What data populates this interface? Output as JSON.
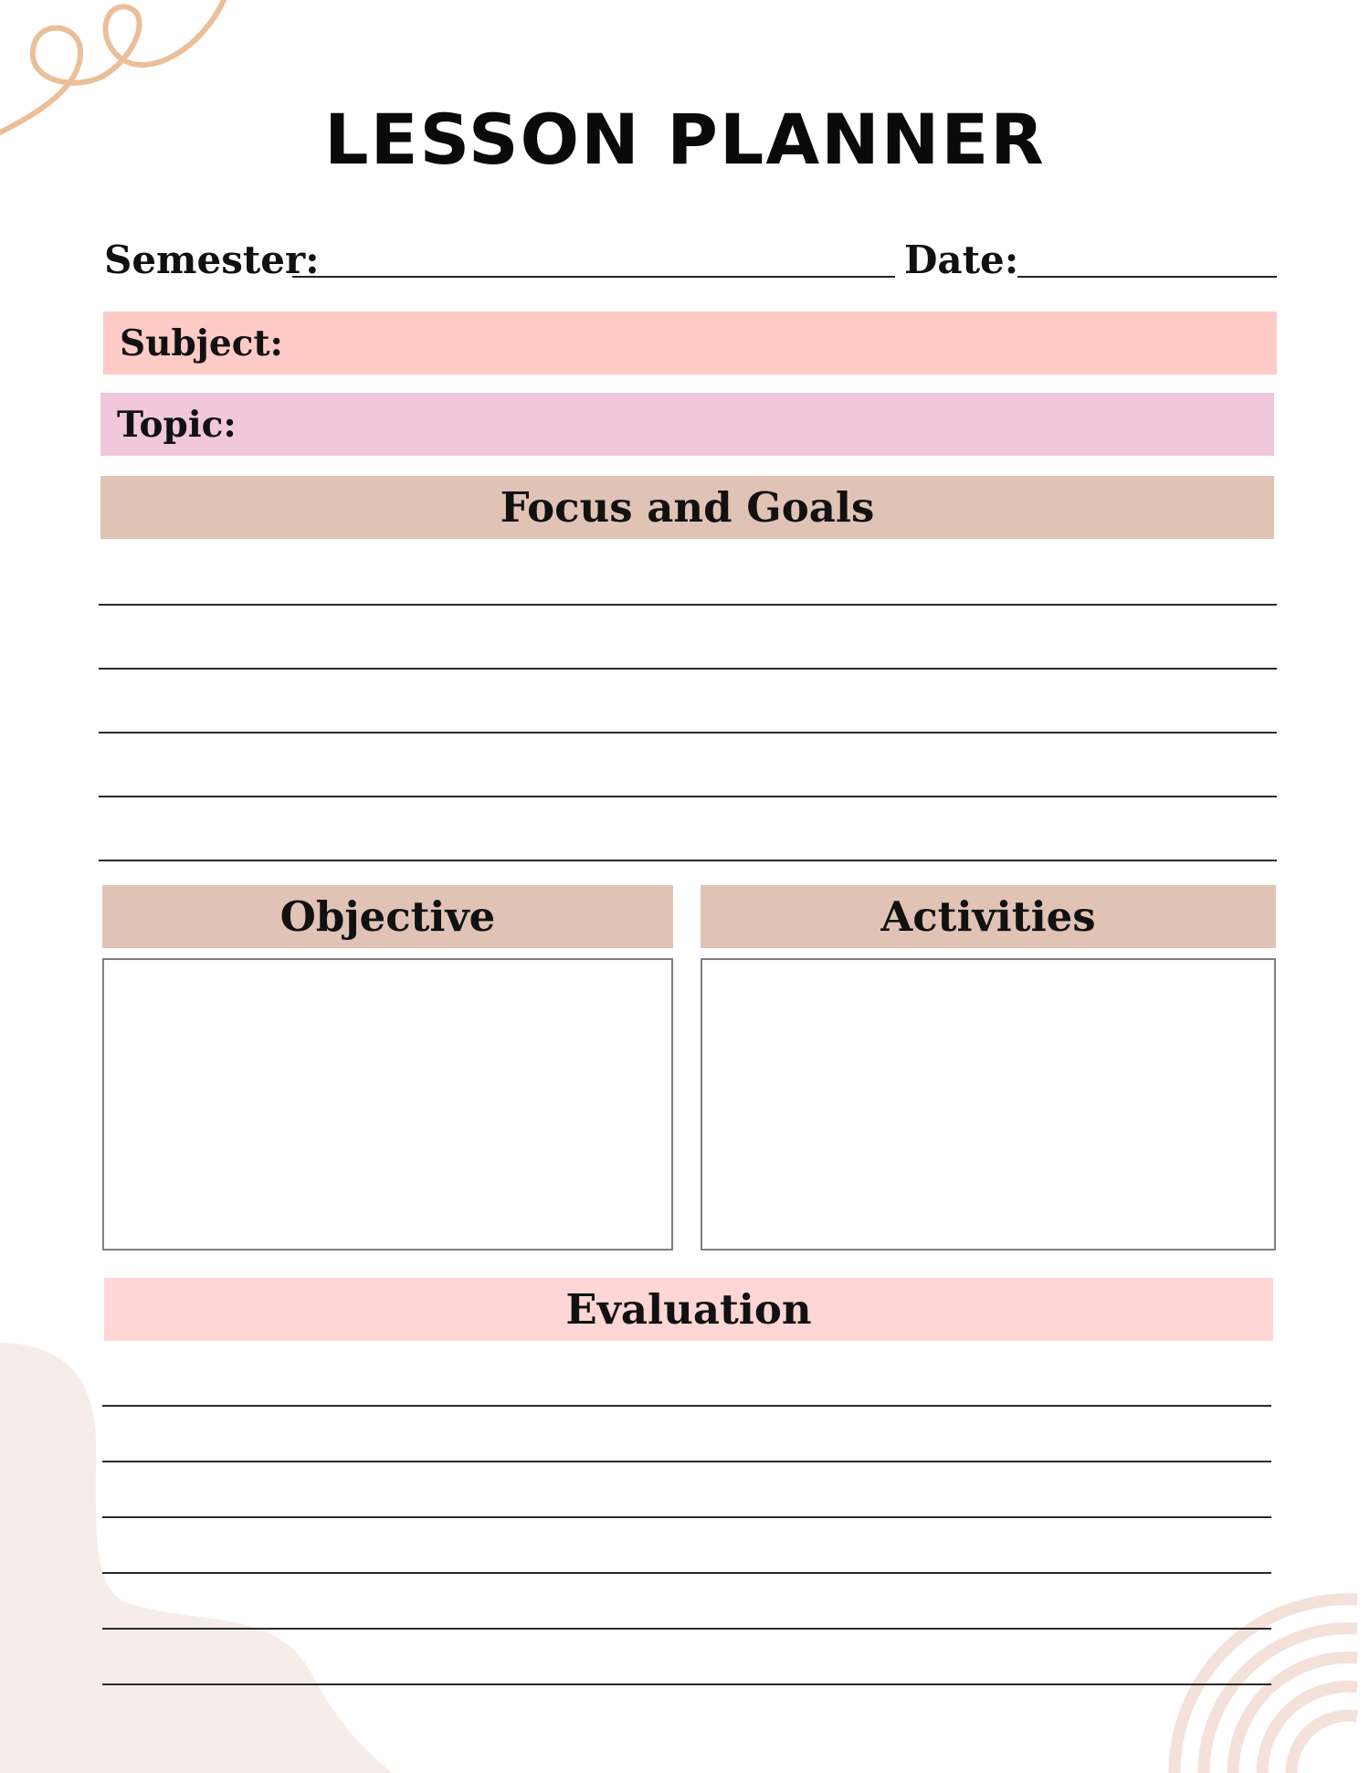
{
  "title": "LESSON PLANNER",
  "fields": {
    "semester_label": "Semester:",
    "date_label": "Date:",
    "subject_label": "Subject:",
    "topic_label": "Topic:"
  },
  "sections": {
    "focus_goals": "Focus and Goals",
    "objective": "Objective",
    "activities": "Activities",
    "evaluation": "Evaluation"
  },
  "colors": {
    "subject_band": "#fecbc6",
    "topic_band": "#f0c7db",
    "section_band": "#e1c3b6",
    "evaluation_band": "#fed6d5",
    "accent_swirl": "#ebbf98",
    "blob": "#f6ede9",
    "arches": "#f3e1da"
  }
}
